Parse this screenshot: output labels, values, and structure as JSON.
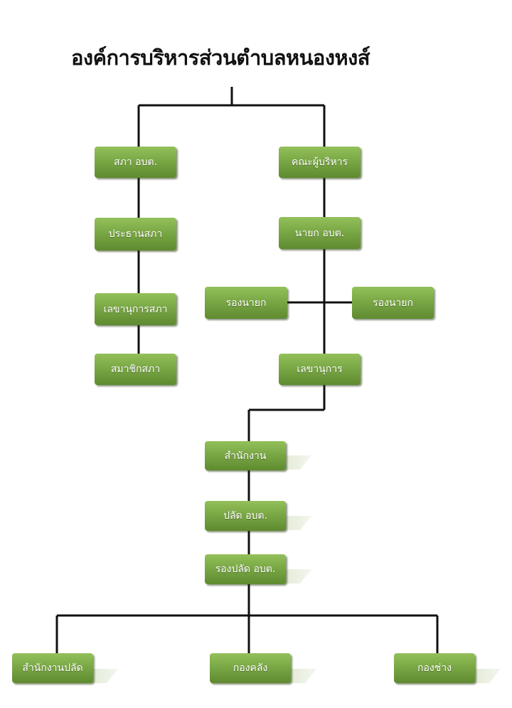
{
  "title": "องค์การบริหารส่วนตำบลหนองหงส์",
  "left_branch": {
    "council": "สภา อบต.",
    "chairman": "ประธานสภา",
    "secretary": "เลขานุการสภา",
    "member": "สมาชิกสภา"
  },
  "right_branch": {
    "executive_committee": "คณะผู้บริหาร",
    "mayor": "นายก อบต.",
    "deputy_left": "รองนายก",
    "deputy_right": "รองนายก",
    "secretary": "เลขานุการ"
  },
  "admin": {
    "office": "สำนักงาน",
    "clerk": "ปลัด อบต.",
    "deputy_clerk": "รองปลัด อบต."
  },
  "divisions": {
    "clerk_office": "สำนักงานปลัด",
    "finance": "กองคลัง",
    "engineering": "กองช่าง"
  },
  "colors": {
    "box": "#7aa845",
    "line": "#111111"
  }
}
